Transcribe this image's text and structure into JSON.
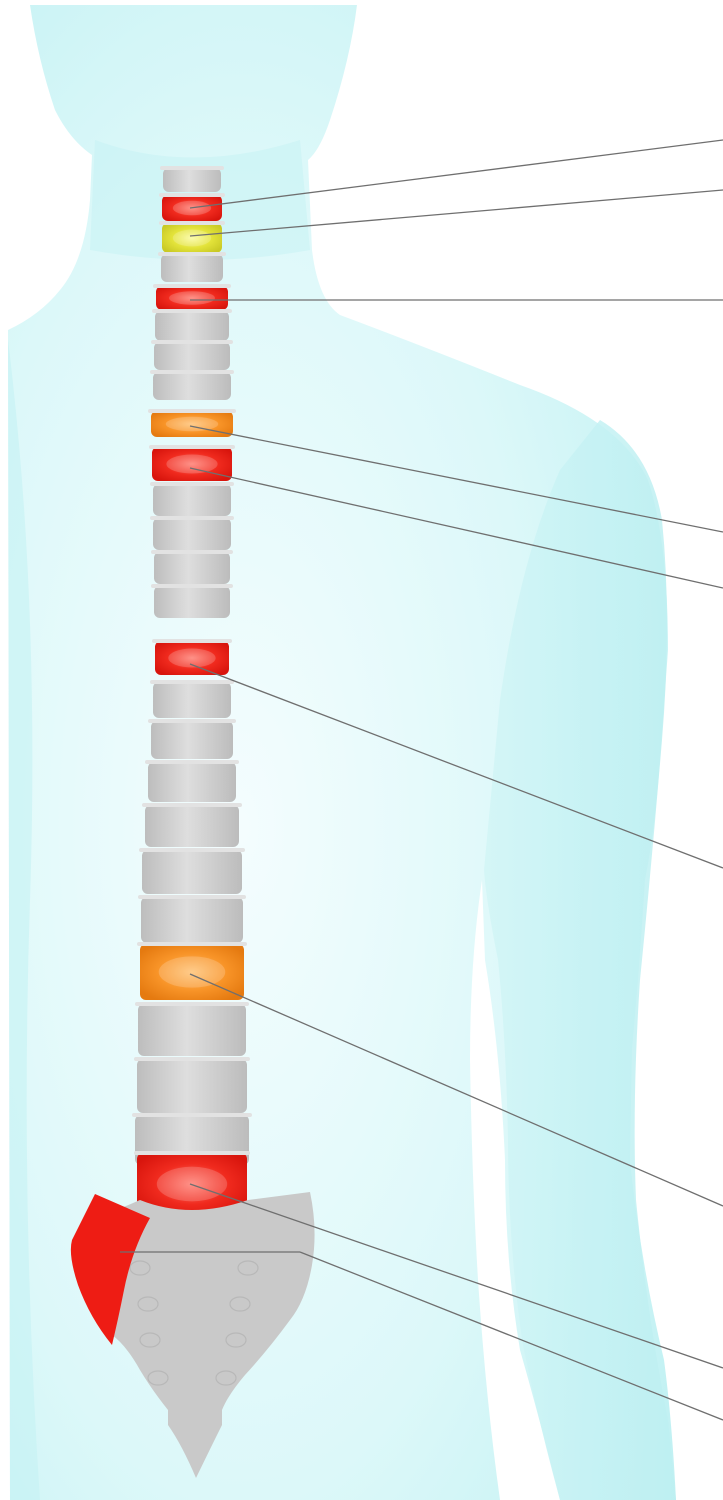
{
  "diagram": {
    "kind": "spine-pain-map",
    "colors": {
      "body": "#c8f3f4",
      "body_highlight": "#eefcfd",
      "bone": "#c9c9c9",
      "bone_light": "#e6e6e6",
      "bone_edge": "#b4b4b4",
      "severe": "#ee1c14",
      "moderate": "#f7901e",
      "mild": "#dede30",
      "leader": "#6f6f6f"
    },
    "highlights": [
      {
        "id": "cervical-upper",
        "severity": "severe"
      },
      {
        "id": "cervical-mid",
        "severity": "mild"
      },
      {
        "id": "cervical-lower",
        "severity": "severe"
      },
      {
        "id": "thoracic-upper",
        "severity": "moderate"
      },
      {
        "id": "thoracic-upper-2",
        "severity": "severe"
      },
      {
        "id": "thoracic-mid",
        "severity": "severe"
      },
      {
        "id": "lumbar-upper",
        "severity": "moderate"
      },
      {
        "id": "lumbar-lower",
        "severity": "severe"
      },
      {
        "id": "sacroiliac-left",
        "severity": "severe"
      }
    ]
  }
}
